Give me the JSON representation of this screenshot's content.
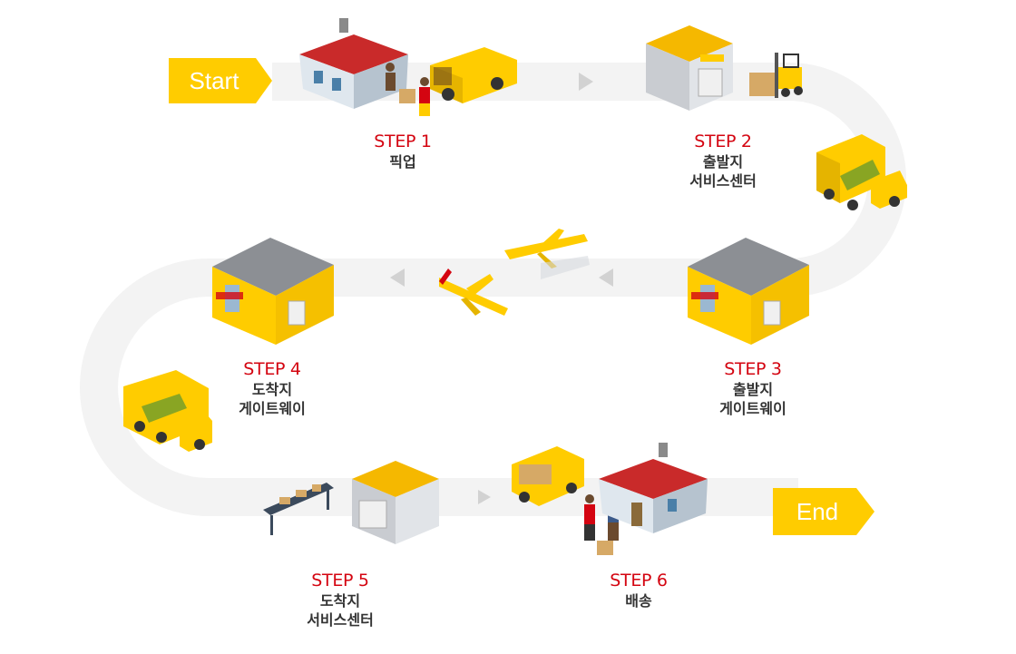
{
  "flow": {
    "start_label": "Start",
    "end_label": "End",
    "steps": [
      {
        "step": "STEP 1",
        "name": "픽업"
      },
      {
        "step": "STEP 2",
        "name": "출발지\n서비스센터"
      },
      {
        "step": "STEP 3",
        "name": "출발지\n게이트웨이"
      },
      {
        "step": "STEP 4",
        "name": "도착지\n게이트웨이"
      },
      {
        "step": "STEP 5",
        "name": "도착지\n서비스센터"
      },
      {
        "step": "STEP 6",
        "name": "배송"
      }
    ]
  },
  "colors": {
    "brand_yellow": "#ffcc00",
    "brand_red": "#d40511",
    "track": "#f3f3f3",
    "arrow": "#d2d2d2"
  },
  "icons": [
    "house-icon",
    "van-icon",
    "warehouse-icon",
    "forklift-icon",
    "truck-icon",
    "hangar-icon",
    "airplane-icon",
    "conveyor-icon",
    "courier-icon"
  ]
}
